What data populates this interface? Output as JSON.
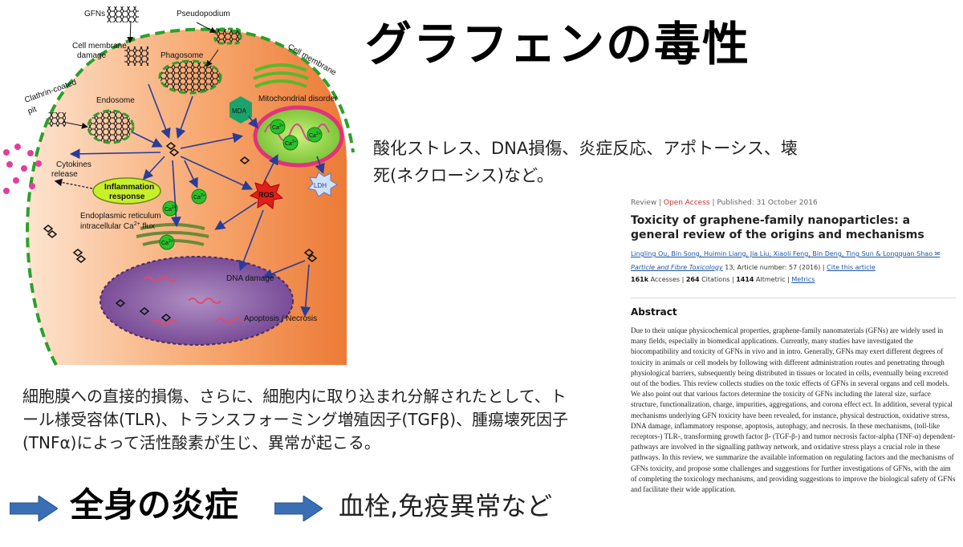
{
  "slide": {
    "title": "グラフェンの毒性",
    "effects": "酸化ストレス、DNA損傷、炎症反応、アポトーシス、壊死(ネクローシス)など。",
    "mechanism": "細胞膜への直接的損傷、さらに、細胞内に取り込まれ分解されたとして、トール様受容体(TLR)、トランスフォーミング増殖因子(TGFβ)、腫瘍壊死因子(TNFα)によって活性酸素が生じ、異常が起こる。",
    "conclusion_main": "全身の炎症",
    "conclusion_sub": "血栓,免疫異常など",
    "arrow_color": "#3a6fb5"
  },
  "diagram": {
    "labels": {
      "gfns": "GFNs",
      "pseudopodium": "Pseudopodium",
      "cell_membrane_damage_1": "Cell membrane",
      "cell_membrane_damage_2": "damage",
      "cell_membrane": "Cell membrane",
      "phagosome": "Phagosome",
      "clathrin_1": "Clathrin-coated",
      "clathrin_2": "pit",
      "endosome": "Endosome",
      "mitochondrial": "Mitochondrial disorder",
      "mda": "MDA",
      "ldh": "LDH",
      "ros": "ROS",
      "cytokines_1": "Cytokines",
      "cytokines_2": "release",
      "inflammation_1": "Inflammation",
      "inflammation_2": "response",
      "er_1": "Endoplasmic reticulum",
      "er_2": "intracellular Ca",
      "er_2_sup": "2+",
      "er_2_end": " flux",
      "dna_damage": "DNA damage",
      "apoptosis": "Apoptosis / Necrosis",
      "ca": "Ca",
      "ca_sup": "2+"
    },
    "colors": {
      "cytoplasm": "#f28a4e",
      "membrane": "#2aa02a",
      "nucleus": "#8a5aa8",
      "mito": "#7ec832",
      "arrow": "#2a3c9a"
    }
  },
  "paper": {
    "type": "Review",
    "access": "Open Access",
    "published": "Published: 31 October 2016",
    "title": "Toxicity of graphene-family nanoparticles: a general review of the origins and mechanisms",
    "authors": "Lingling Ou, Bin Song, Huimin Liang, Jia Liu, Xiaoli Feng, Bin Deng, Ting Sun & Longquan Shao",
    "journal": "Particle and Fibre Toxicology",
    "journal_rest": " 13, Article number: 57 (2016)",
    "cite": "Cite this article",
    "accesses_num": "161k",
    "accesses": " Accesses",
    "citations_num": "264",
    "citations": " Citations",
    "altmetric_num": "1414",
    "altmetric": " Altmetric",
    "metrics": "Metrics",
    "abstract_heading": "Abstract",
    "abstract": "Due to their unique physicochemical properties, graphene-family nanomaterials (GFNs) are widely used in many fields, especially in biomedical applications. Currently, many studies have investigated the biocompatibility and toxicity of GFNs in vivo and in intro. Generally, GFNs may exert different degrees of toxicity in animals or cell models by following with different administration routes and penetrating through physiological barriers, subsequently being distributed in tissues or located in cells, eventually being excreted out of the bodies. This review collects studies on the toxic effects of GFNs in several organs and cell models. We also point out that various factors determine the toxicity of GFNs including the lateral size, surface structure, functionalization, charge, impurities, aggregations, and corona effect ect. In addition, several typical mechanisms underlying GFN toxicity have been revealed, for instance, physical destruction, oxidative stress, DNA damage, inflammatory response, apoptosis, autophagy, and necrosis. In these mechanisms, (toll-like receptors-) TLR-, transforming growth factor β- (TGF-β-) and tumor necrosis factor-alpha (TNF-α) dependent-pathways are involved in the signalling pathway network, and oxidative stress plays a crucial role in these pathways. In this review, we summarize the available information on regulating factors and the mechanisms of GFNs toxicity, and propose some challenges and suggestions for further investigations of GFNs, with the aim of completing the toxicology mechanisms, and providing suggestions to improve the biological safety of GFNs and facilitate their wide application."
  }
}
